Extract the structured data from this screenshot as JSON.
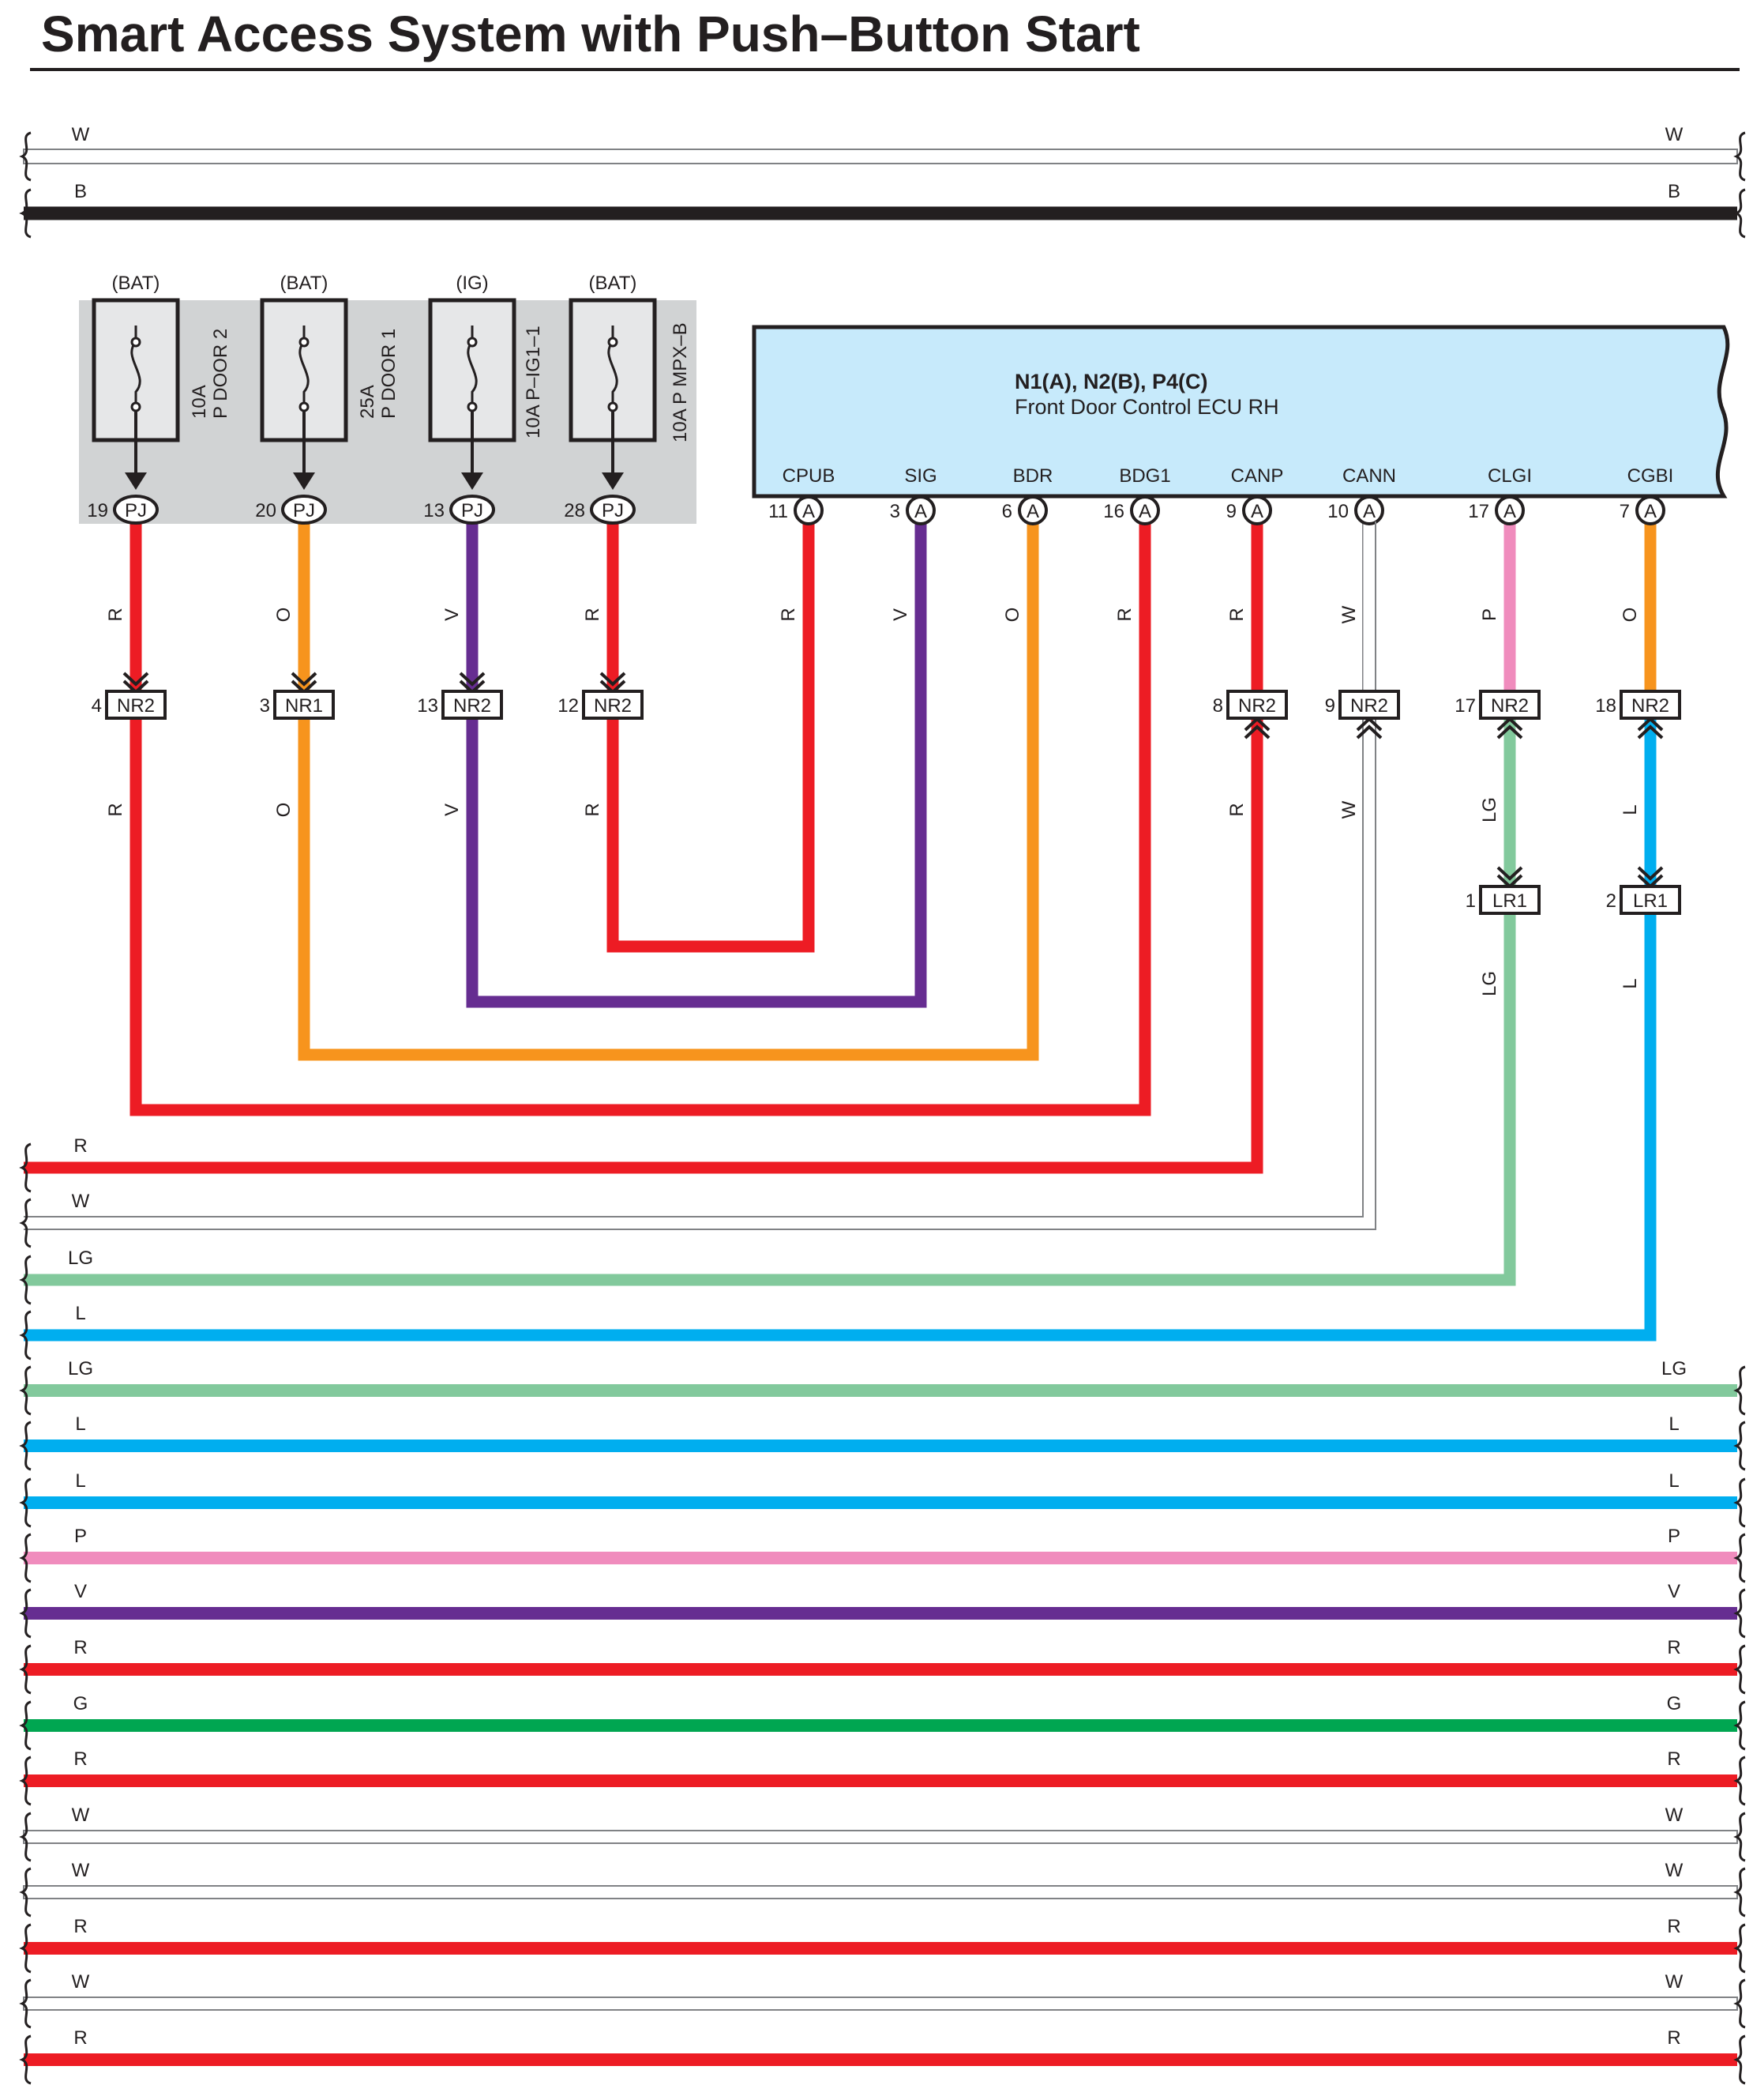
{
  "title": "Smart Access System with Push–Button Start",
  "top_wires": [
    {
      "color": "W",
      "hex": "#ffffff"
    },
    {
      "color": "B",
      "hex": "#231f20"
    }
  ],
  "fuses": [
    {
      "supply": "(BAT)",
      "rating": "10A",
      "name": "P DOOR 2",
      "pin": "19",
      "connector": "PJ",
      "wire_color": "R",
      "hex": "#ed1c24",
      "nr_pin": "4",
      "nr_connector": "NR2"
    },
    {
      "supply": "(BAT)",
      "rating": "25A",
      "name": "P DOOR 1",
      "pin": "20",
      "connector": "PJ",
      "wire_color": "O",
      "hex": "#f7941d",
      "nr_pin": "3",
      "nr_connector": "NR1"
    },
    {
      "supply": "(IG)",
      "rating": "10A",
      "name": "P–IG1–1",
      "pin": "13",
      "connector": "PJ",
      "wire_color": "V",
      "hex": "#662d91",
      "nr_pin": "13",
      "nr_connector": "NR2"
    },
    {
      "supply": "(BAT)",
      "rating": "10A",
      "name": "P MPX–B",
      "pin": "28",
      "connector": "PJ",
      "wire_color": "R",
      "hex": "#ed1c24",
      "nr_pin": "12",
      "nr_connector": "NR2"
    }
  ],
  "ecu": {
    "id_line": "N1(A), N2(B), P4(C)",
    "name": "Front Door Control ECU RH",
    "fill": "#c7eafb",
    "terminals": [
      {
        "name": "CPUB",
        "pin": "11",
        "connector": "A",
        "wire_color": "R",
        "hex": "#ed1c24"
      },
      {
        "name": "SIG",
        "pin": "3",
        "connector": "A",
        "wire_color": "V",
        "hex": "#662d91"
      },
      {
        "name": "BDR",
        "pin": "6",
        "connector": "A",
        "wire_color": "O",
        "hex": "#f7941d"
      },
      {
        "name": "BDG1",
        "pin": "16",
        "connector": "A",
        "wire_color": "R",
        "hex": "#ed1c24"
      },
      {
        "name": "CANP",
        "pin": "9",
        "connector": "A",
        "wire_color": "R",
        "hex": "#ed1c24",
        "nr_pin": "8",
        "nr_connector": "NR2",
        "below_color": "R",
        "below_hex": "#ed1c24"
      },
      {
        "name": "CANN",
        "pin": "10",
        "connector": "A",
        "wire_color": "W",
        "hex": "#ffffff",
        "nr_pin": "9",
        "nr_connector": "NR2",
        "below_color": "W",
        "below_hex": "#ffffff"
      },
      {
        "name": "CLGI",
        "pin": "17",
        "connector": "A",
        "wire_color": "P",
        "hex": "#f08cbd",
        "nr_pin": "17",
        "nr_connector": "NR2",
        "below_color": "LG",
        "below_hex": "#82c99c",
        "lr_pin": "1",
        "lr_connector": "LR1",
        "lr_color": "LG"
      },
      {
        "name": "CGBI",
        "pin": "7",
        "connector": "A",
        "wire_color": "O",
        "hex": "#f7941d",
        "nr_pin": "18",
        "nr_connector": "NR2",
        "below_color": "L",
        "below_hex": "#00aeef",
        "lr_pin": "2",
        "lr_connector": "LR1",
        "lr_color": "L"
      }
    ]
  },
  "bottom_wires": [
    {
      "color": "R",
      "hex": "#ed1c24",
      "through": false
    },
    {
      "color": "W",
      "hex": "#ffffff",
      "through": false
    },
    {
      "color": "LG",
      "hex": "#82c99c",
      "through": false
    },
    {
      "color": "L",
      "hex": "#00aeef",
      "through": false
    },
    {
      "color": "LG",
      "hex": "#82c99c",
      "through": true
    },
    {
      "color": "L",
      "hex": "#00aeef",
      "through": true
    },
    {
      "color": "L",
      "hex": "#00aeef",
      "through": true
    },
    {
      "color": "P",
      "hex": "#f08cbd",
      "through": true
    },
    {
      "color": "V",
      "hex": "#662d91",
      "through": true
    },
    {
      "color": "R",
      "hex": "#ed1c24",
      "through": true
    },
    {
      "color": "G",
      "hex": "#00a651",
      "through": true
    },
    {
      "color": "R",
      "hex": "#ed1c24",
      "through": true
    },
    {
      "color": "W",
      "hex": "#ffffff",
      "through": true
    },
    {
      "color": "W",
      "hex": "#ffffff",
      "through": true
    },
    {
      "color": "R",
      "hex": "#ed1c24",
      "through": true
    },
    {
      "color": "W",
      "hex": "#ffffff",
      "through": true
    },
    {
      "color": "R",
      "hex": "#ed1c24",
      "through": true
    }
  ],
  "colors": {
    "outline": "#231f20",
    "fuse_box_bg": "#d1d3d4",
    "fuse_fill": "#e6e7e8",
    "white_wire_outline": "#808285"
  }
}
